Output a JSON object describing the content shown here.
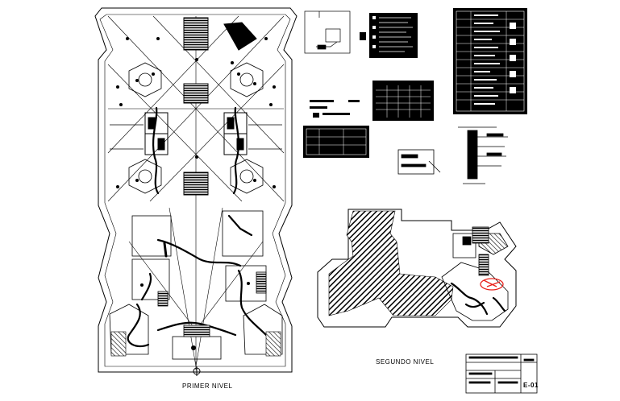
{
  "drawing": {
    "plan_1_label": "PRIMER NIVEL",
    "plan_2_label": "SEGUNDO NIVEL",
    "sheet_code": "E-01"
  },
  "colors": {
    "background": "#ffffff",
    "linework": "#000000",
    "hatch": "#000000",
    "highlight": "#e8201a"
  },
  "icons": {
    "north_arrow": "north-arrow-icon",
    "stair": "stair-icon"
  }
}
